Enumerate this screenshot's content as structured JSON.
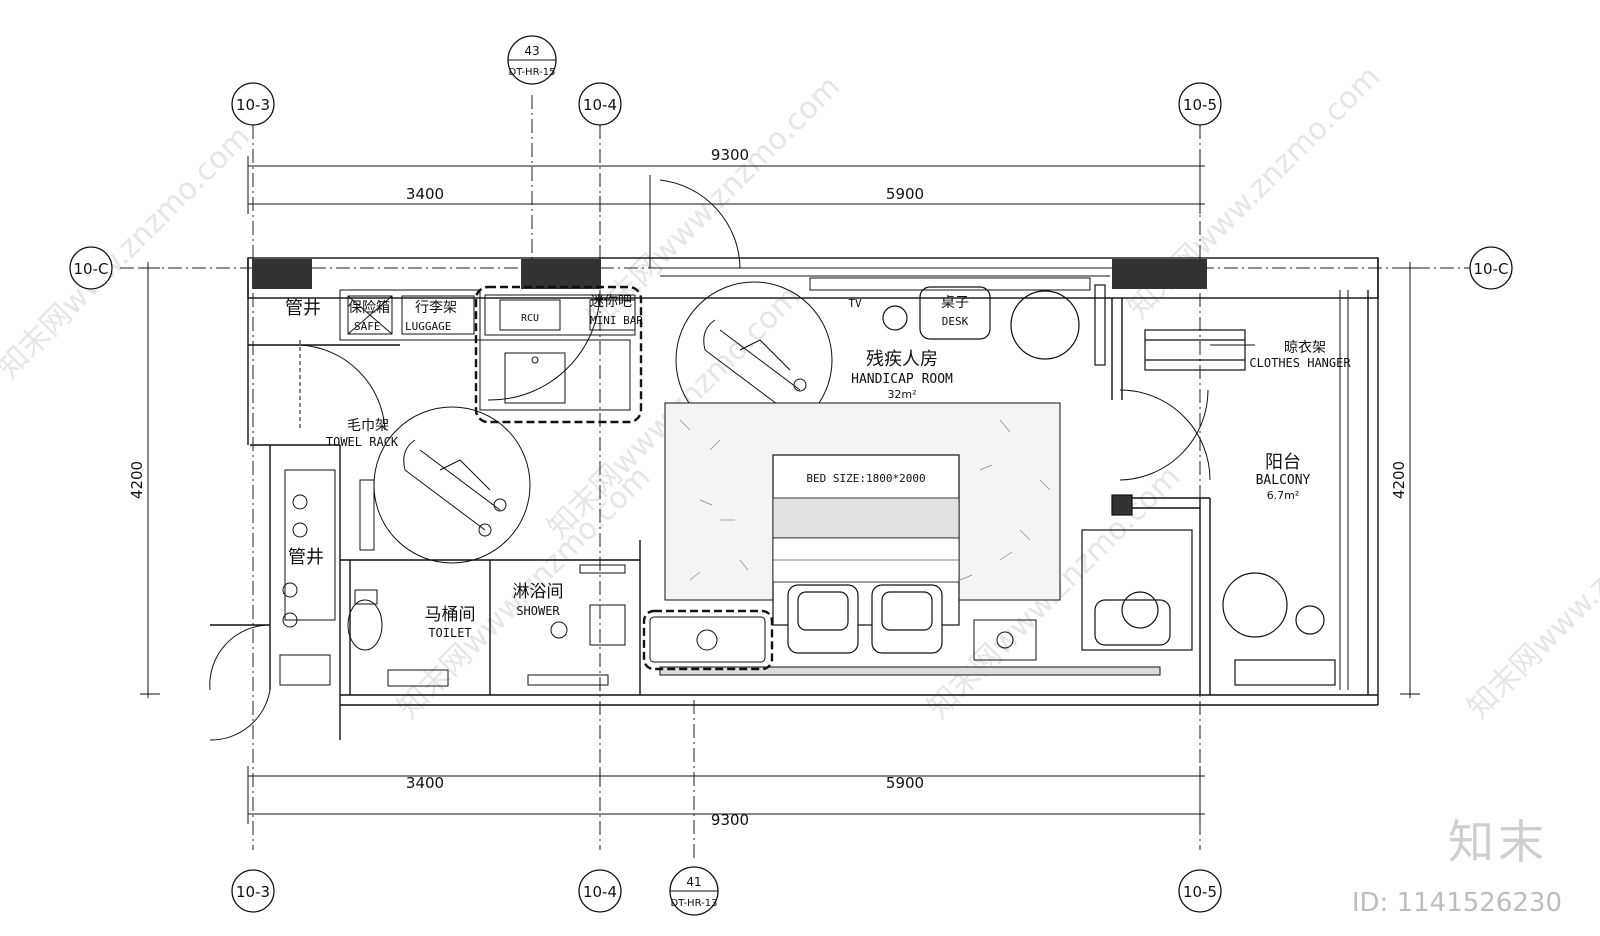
{
  "grid": {
    "cols": [
      "10-3",
      "10-4",
      "10-5"
    ],
    "rows": [
      "10-C"
    ],
    "sections": [
      {
        "num": "43",
        "code": "DT-HR-15"
      },
      {
        "num": "41",
        "code": "DT-HR-13"
      }
    ]
  },
  "dimensions": {
    "top_total": "9300",
    "top_left": "3400",
    "top_right": "5900",
    "bottom_left": "3400",
    "bottom_right": "5900",
    "bottom_total": "9300",
    "left_height": "4200",
    "right_height": "4200"
  },
  "rooms": {
    "pipe_shaft_top": "管井",
    "pipe_shaft_left": "管井",
    "safe_cn": "保险箱",
    "safe_en": "SAFE",
    "luggage_cn": "行李架",
    "luggage_en": "LUGGAGE",
    "rcu": "RCU",
    "minibar_cn": "迷你吧",
    "minibar_en": "MINI BAR",
    "tv": "TV",
    "desk_cn": "桌子",
    "desk_en": "DESK",
    "room_cn": "残疾人房",
    "room_en": "HANDICAP ROOM",
    "room_area": "32m²",
    "towel_cn": "毛巾架",
    "towel_en": "TOWEL RACK",
    "toilet_cn": "马桶间",
    "toilet_en": "TOILET",
    "shower_cn": "淋浴间",
    "shower_en": "SHOWER",
    "bed": "BED SIZE:1800*2000",
    "hanger_cn": "晾衣架",
    "hanger_en": "CLOTHES HANGER",
    "balcony_cn": "阳台",
    "balcony_en": "BALCONY",
    "balcony_area": "6.7m²"
  },
  "watermark": {
    "text": "知末网www.znzmo.com",
    "brand": "知末",
    "id": "ID: 1141526230"
  }
}
